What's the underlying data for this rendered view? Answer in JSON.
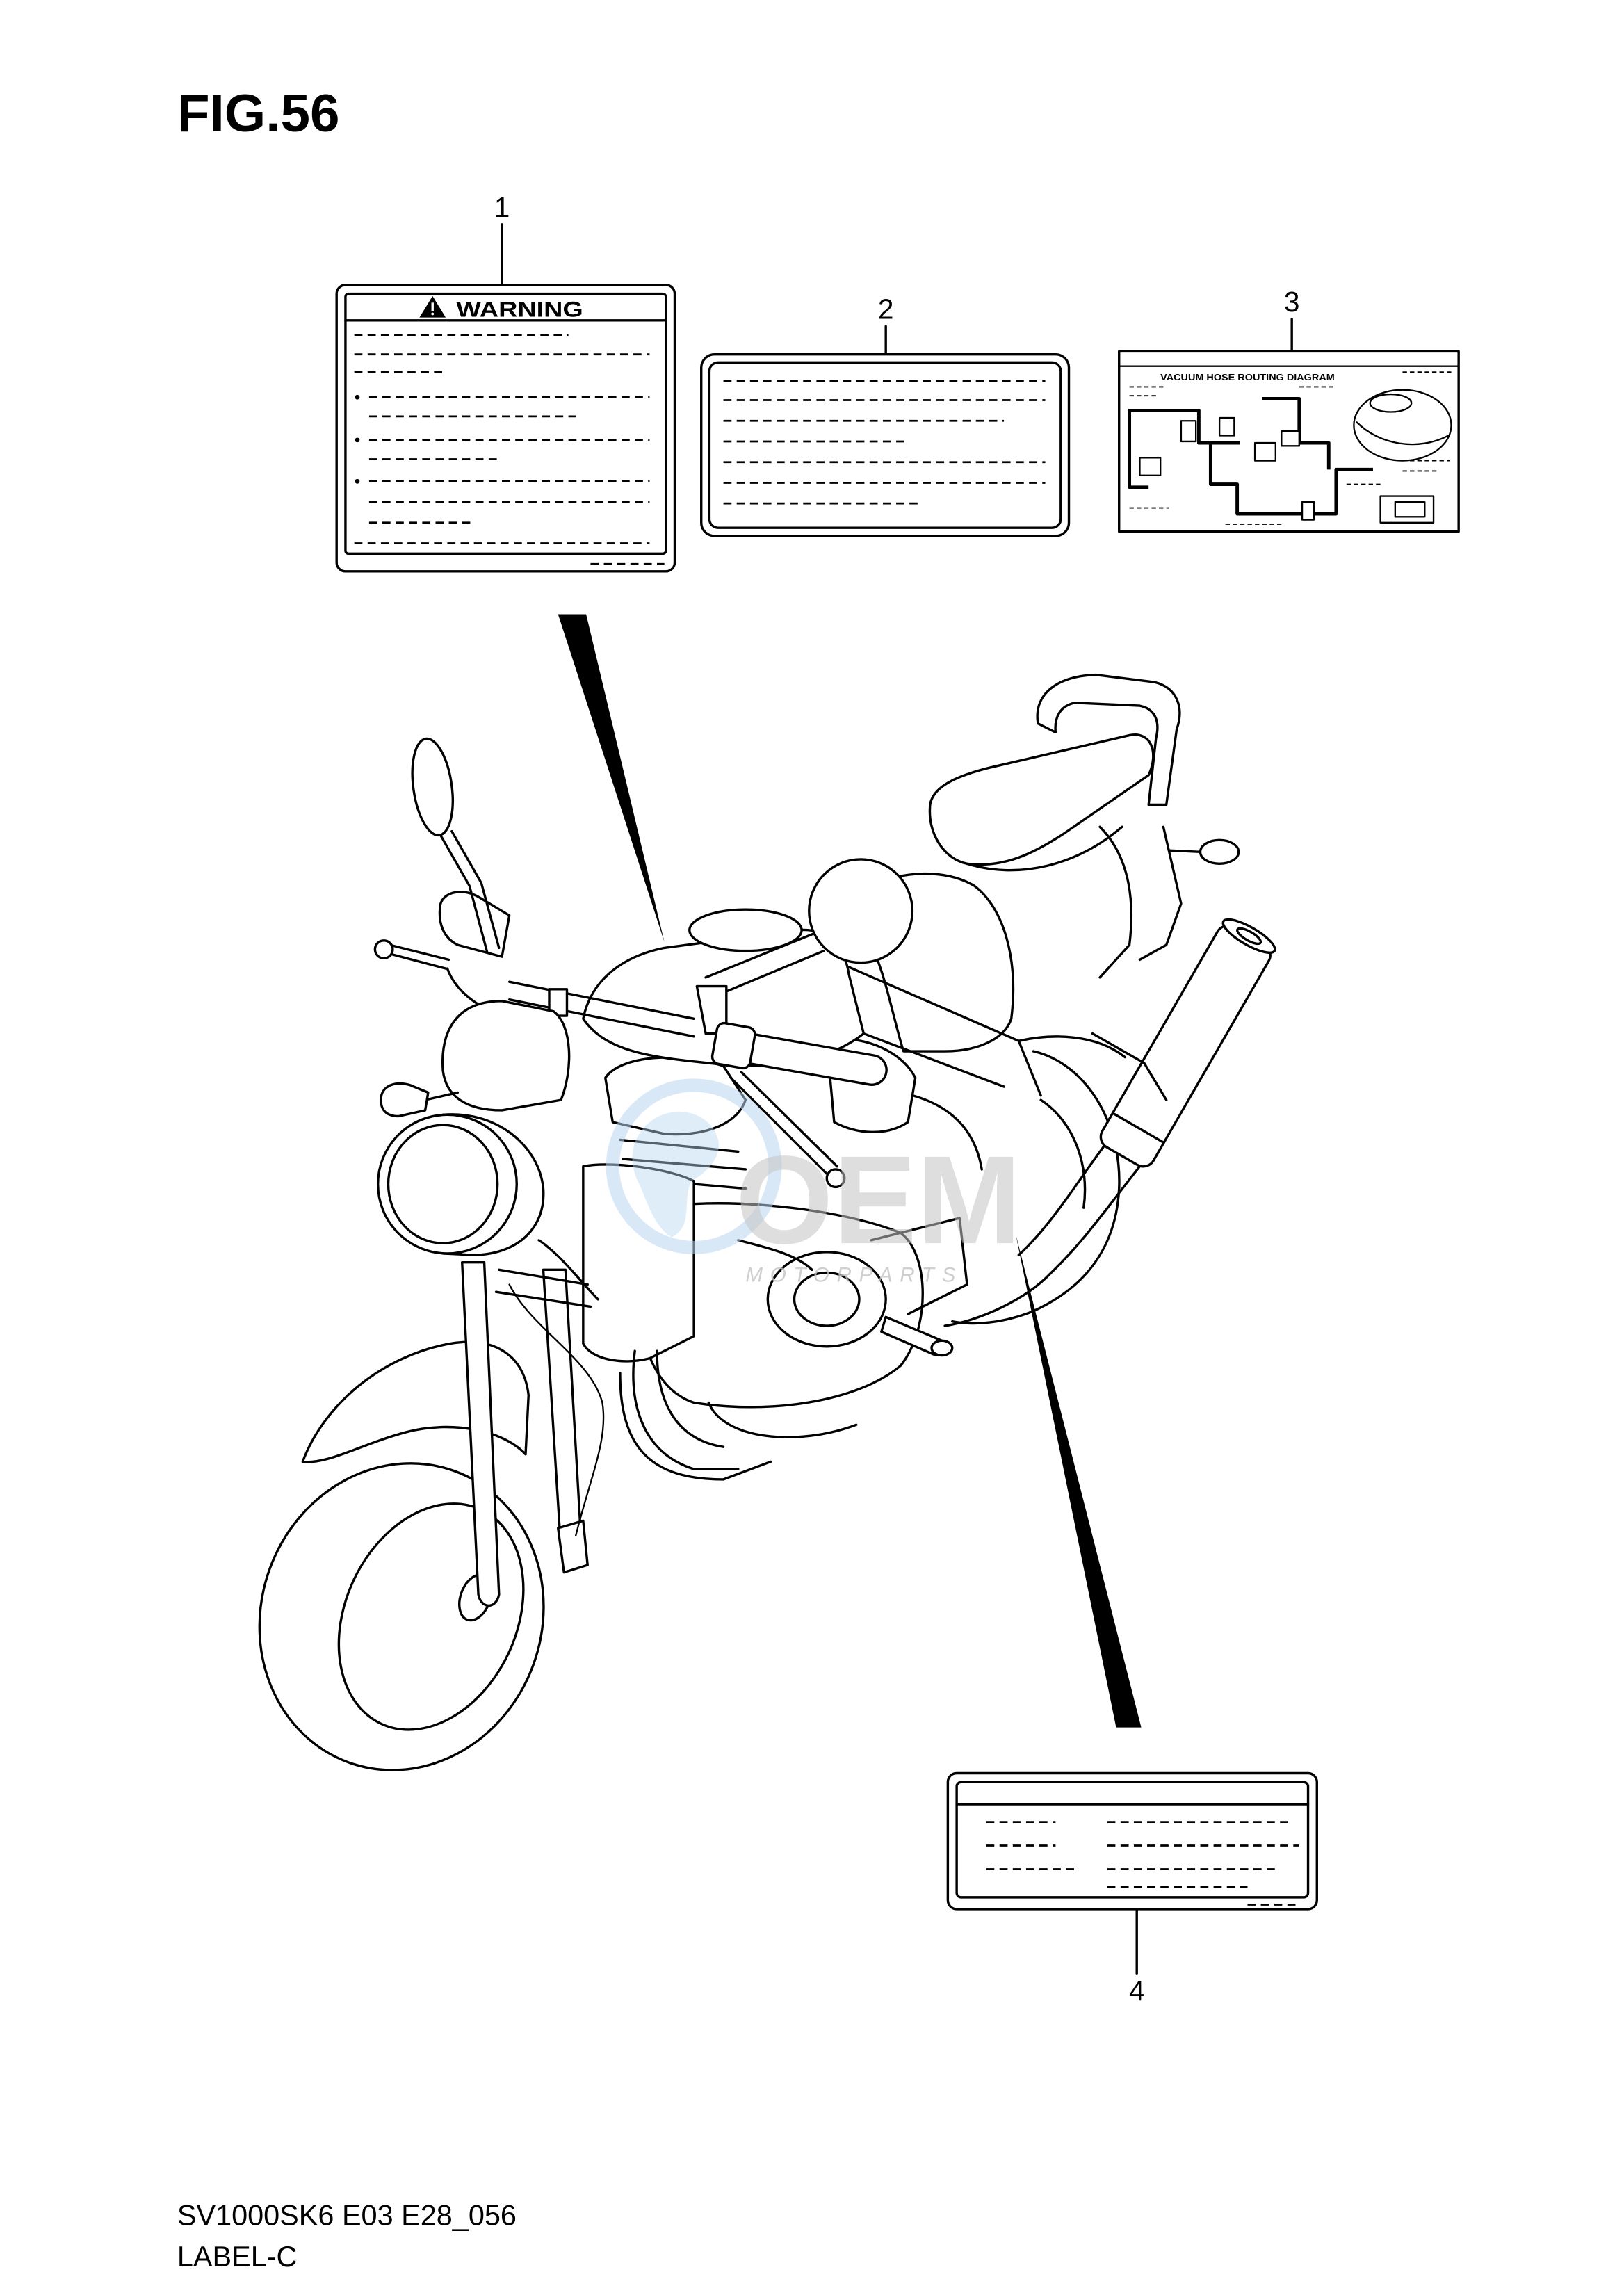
{
  "figure": {
    "title": "FIG.56",
    "model_code": "SV1000SK6 E03 E28_056",
    "group_name": "LABEL-C"
  },
  "callouts": [
    {
      "number": "1"
    },
    {
      "number": "2"
    },
    {
      "number": "3"
    },
    {
      "number": "4"
    }
  ],
  "labels": {
    "warning_label": {
      "heading": "WARNING",
      "icon": "warning-triangle-icon"
    },
    "vacuum_label": {
      "heading": "VACUUM HOSE ROUTING DIAGRAM"
    }
  },
  "watermark": {
    "logo_text": "OEM",
    "tagline": "MOTORPARTS"
  },
  "colors": {
    "line": "#000000",
    "background": "#ffffff",
    "watermark_ring": "#b9d6f1",
    "watermark_text": "#c4c4c4"
  }
}
